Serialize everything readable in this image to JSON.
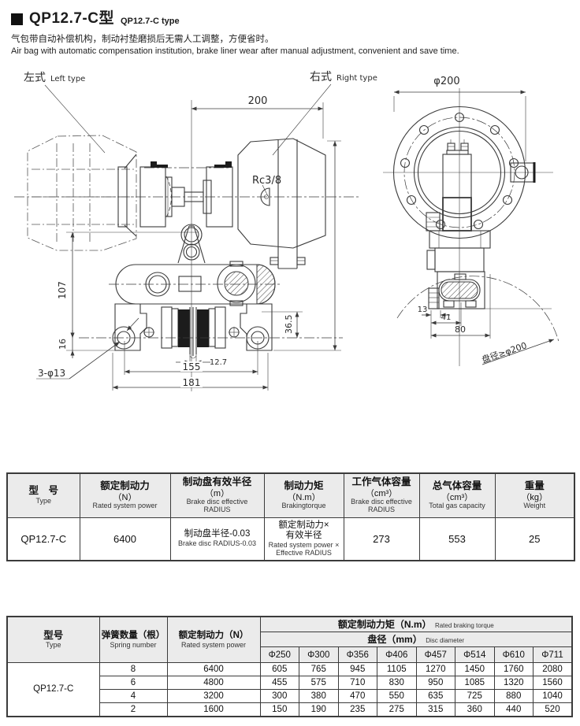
{
  "header": {
    "title_cn": "QP12.7-C型",
    "title_en": "QP12.7-C type",
    "desc_cn": "气包带自动补偿机构，制动衬垫磨损后无需人工调整，方便省时。",
    "desc_en": "Air bag with automatic compensation institution, brake liner wear after manual adjustment, convenient and save time."
  },
  "drawing": {
    "left_label_cn": "左式",
    "left_label_en": "Left type",
    "right_label_cn": "右式",
    "right_label_en": "Right type",
    "dim_200": "200",
    "dim_107": "107",
    "dim_16": "16",
    "dim_holes": "3-φ13",
    "dim_12_7": "12.7",
    "dim_155": "155",
    "dim_181": "181",
    "dim_36_5": "36.5",
    "port_label": "Rc3/8",
    "dim_phi200": "φ200",
    "dim_13": "13",
    "dim_41": "41",
    "dim_80": "80",
    "disc_note": "盘径≥φ200"
  },
  "table1": {
    "columns": [
      {
        "cn": "型　号",
        "sub": "",
        "en": "Type"
      },
      {
        "cn": "额定制动力",
        "sub": "（N）",
        "en": "Rated system power"
      },
      {
        "cn": "制动盘有效半径",
        "sub": "（m）",
        "en": "Brake disc effective RADIUS"
      },
      {
        "cn": "制动力矩",
        "sub": "（N.m）",
        "en": "Brakingtorque"
      },
      {
        "cn": "工作气体容量",
        "sub": "（cm³）",
        "en": "Brake disc effective RADIUS"
      },
      {
        "cn": "总气体容量",
        "sub": "（cm³）",
        "en": "Total gas capacity"
      },
      {
        "cn": "重量",
        "sub": "（kg）",
        "en": "Weight"
      }
    ],
    "row": {
      "type": "QP12.7-C",
      "rated_power": "6400",
      "radius_cn": "制动盘半径-0.03",
      "radius_en": "Brake disc RADIUS-0.03",
      "torque_cn1": "额定制动力×",
      "torque_cn2": "有效半径",
      "torque_en1": "Rated system power ×",
      "torque_en2": "Effective RADIUS",
      "working_gas": "273",
      "total_gas": "553",
      "weight": "25"
    }
  },
  "table2": {
    "col_type_cn": "型号",
    "col_type_en": "Type",
    "col_spring_cn": "弹簧数量（根）",
    "col_spring_en": "Spring number",
    "col_power_cn": "额定制动力（N）",
    "col_power_en": "Rated system power",
    "group_cn": "额定制动力矩（N.m）",
    "group_en": "Rated braking torque",
    "sub_cn": "盘径（mm）",
    "sub_en": "Disc diameter",
    "diameters": [
      "Φ250",
      "Φ300",
      "Φ356",
      "Φ406",
      "Φ457",
      "Φ514",
      "Φ610",
      "Φ711"
    ],
    "type_value": "QP12.7-C",
    "rows": [
      {
        "springs": "8",
        "power": "6400",
        "torques": [
          "605",
          "765",
          "945",
          "1105",
          "1270",
          "1450",
          "1760",
          "2080"
        ]
      },
      {
        "springs": "6",
        "power": "4800",
        "torques": [
          "455",
          "575",
          "710",
          "830",
          "950",
          "1085",
          "1320",
          "1560"
        ]
      },
      {
        "springs": "4",
        "power": "3200",
        "torques": [
          "300",
          "380",
          "470",
          "550",
          "635",
          "725",
          "880",
          "1040"
        ]
      },
      {
        "springs": "2",
        "power": "1600",
        "torques": [
          "150",
          "190",
          "235",
          "275",
          "315",
          "360",
          "440",
          "520"
        ]
      }
    ]
  }
}
